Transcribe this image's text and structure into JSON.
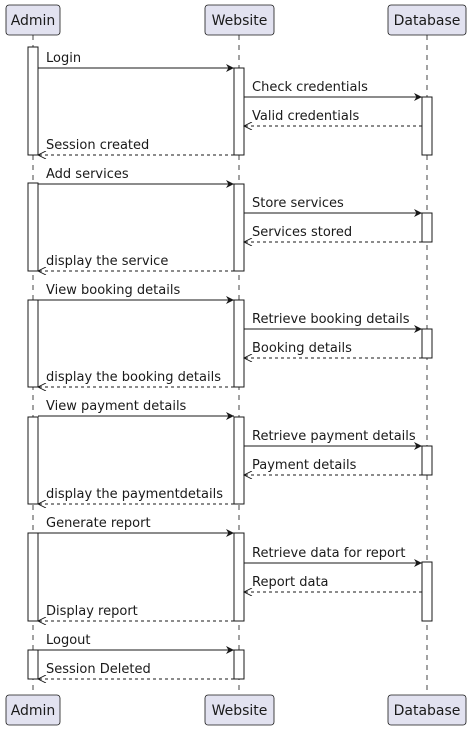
{
  "participants": [
    {
      "id": "admin",
      "name": "Admin"
    },
    {
      "id": "website",
      "name": "Website"
    },
    {
      "id": "database",
      "name": "Database"
    }
  ],
  "colors": {
    "participant_fill": "#e2e2f0",
    "participant_border": "#181818",
    "lifeline": "#181818",
    "activation_fill": "#ffffff",
    "arrow": "#181818"
  },
  "messages": [
    {
      "from": "admin",
      "to": "website",
      "text": "Login",
      "style": "solid"
    },
    {
      "from": "website",
      "to": "database",
      "text": "Check credentials",
      "style": "solid"
    },
    {
      "from": "database",
      "to": "website",
      "text": "Valid credentials",
      "style": "dashed"
    },
    {
      "from": "website",
      "to": "admin",
      "text": "Session created",
      "style": "dashed"
    },
    {
      "from": "admin",
      "to": "website",
      "text": "Add services",
      "style": "solid"
    },
    {
      "from": "website",
      "to": "database",
      "text": "Store services",
      "style": "solid"
    },
    {
      "from": "database",
      "to": "website",
      "text": "Services stored",
      "style": "dashed"
    },
    {
      "from": "website",
      "to": "admin",
      "text": "display the service",
      "style": "dashed"
    },
    {
      "from": "admin",
      "to": "website",
      "text": "View booking details",
      "style": "solid"
    },
    {
      "from": "website",
      "to": "database",
      "text": "Retrieve booking details",
      "style": "solid"
    },
    {
      "from": "database",
      "to": "website",
      "text": "Booking details",
      "style": "dashed"
    },
    {
      "from": "website",
      "to": "admin",
      "text": "display the booking details",
      "style": "dashed"
    },
    {
      "from": "admin",
      "to": "website",
      "text": "View payment details",
      "style": "solid"
    },
    {
      "from": "website",
      "to": "database",
      "text": "Retrieve payment details",
      "style": "solid"
    },
    {
      "from": "database",
      "to": "website",
      "text": "Payment details",
      "style": "dashed"
    },
    {
      "from": "website",
      "to": "admin",
      "text": "display the paymentdetails",
      "style": "dashed"
    },
    {
      "from": "admin",
      "to": "website",
      "text": "Generate report",
      "style": "solid"
    },
    {
      "from": "website",
      "to": "database",
      "text": "Retrieve data for report",
      "style": "solid"
    },
    {
      "from": "database",
      "to": "website",
      "text": "Report data",
      "style": "dashed"
    },
    {
      "from": "website",
      "to": "admin",
      "text": "Display report",
      "style": "dashed"
    },
    {
      "from": "admin",
      "to": "website",
      "text": "Logout",
      "style": "solid"
    },
    {
      "from": "website",
      "to": "admin",
      "text": "Session Deleted",
      "style": "dashed"
    }
  ]
}
